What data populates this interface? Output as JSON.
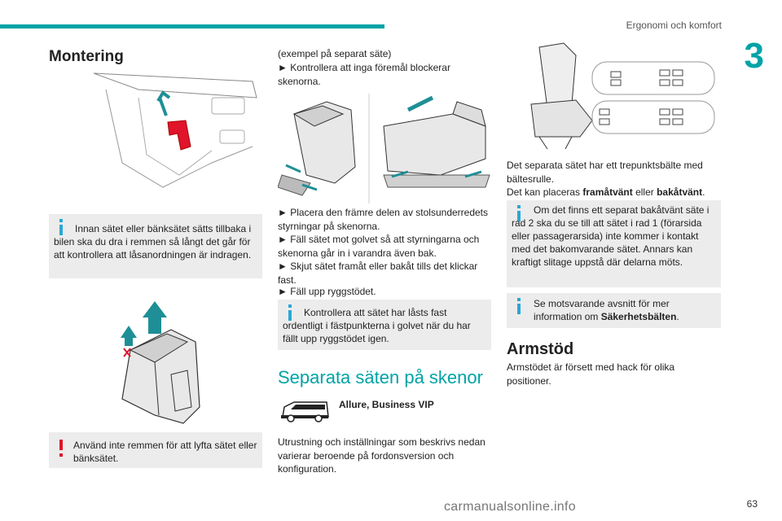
{
  "header": {
    "title": "Ergonomi och komfort",
    "chapter": "3",
    "page": "63",
    "watermark": "carmanualsonline.info"
  },
  "col1": {
    "heading": "Montering",
    "info_box": "Innan sätet eller bänksätet sätts tillbaka i bilen ska du dra i remmen så långt det går för att kontrollera att låsanordningen är indragen.",
    "warning_box": "Använd inte remmen för att lyfta sätet eller bänksätet."
  },
  "col2": {
    "intro_line1": "(exempel på separat säte)",
    "intro_line2": "► Kontrollera att inga föremål blockerar skenorna.",
    "steps": [
      "► Placera den främre delen av stolsunderredets styrningar på skenorna.",
      "► Fäll sätet mot golvet så att styrningarna och skenorna går in i varandra även bak.",
      "► Skjut sätet framåt eller bakåt tills det klickar fast.",
      "► Fäll upp ryggstödet."
    ],
    "info_box": "Kontrollera att sätet har låsts fast ordentligt i fästpunkterna i golvet när du har fällt upp ryggstödet igen.",
    "section_title": "Separata säten på skenor",
    "versions": "Allure, Business VIP",
    "body": "Utrustning och inställningar som beskrivs nedan varierar beroende på fordonsversion och konfiguration."
  },
  "col3": {
    "text1": "Det separata sätet har ett trepunktsbälte med bältesrulle.",
    "text2_prefix": "Det kan placeras ",
    "text2_b1": "framåtvänt",
    "text2_mid": " eller ",
    "text2_b2": "bakåtvänt",
    "text2_suffix": ".",
    "info_box1": "Om det finns ett separat bakåtvänt säte i rad 2 ska du se till att sätet i rad 1 (förarsida eller passagerarsida) inte kommer i kontakt med det bakomvarande sätet. Annars kan kraftigt slitage uppstå där delarna möts.",
    "info_box2_prefix": "Se motsvarande avsnitt för mer information om ",
    "info_box2_bold": "Säkerhetsbälten",
    "info_box2_suffix": ".",
    "heading": "Armstöd",
    "armrest_text": "Armstödet är försett med hack för olika positioner."
  },
  "colors": {
    "accent": "#00a3a6",
    "info": "#2aa7d6",
    "warning": "#e0142a",
    "box_bg": "#ececec",
    "arrow": "#1e8f96"
  }
}
